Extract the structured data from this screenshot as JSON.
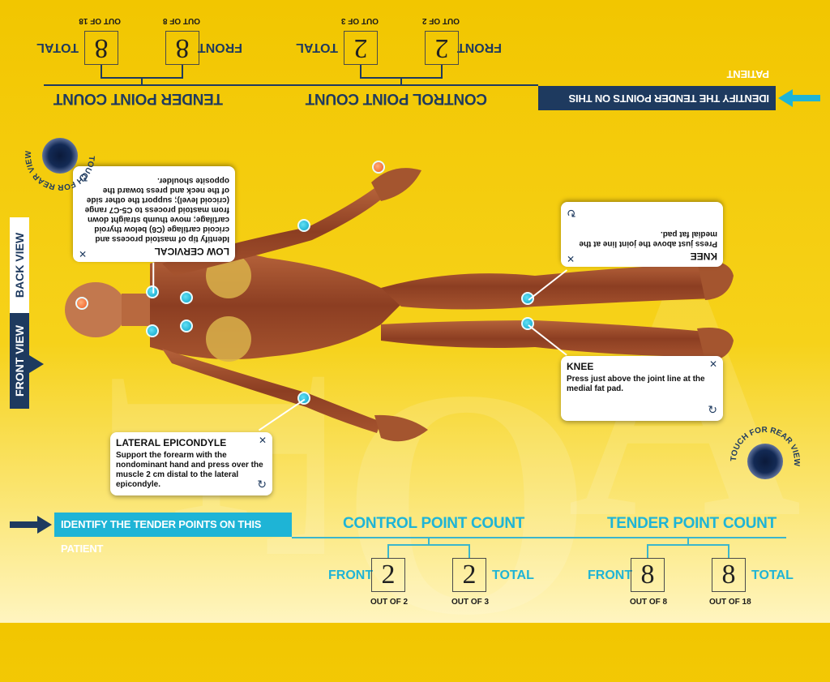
{
  "banner": {
    "identify_text": "IDENTIFY THE TENDER POINTS ON THIS PATIENT"
  },
  "control": {
    "title": "CONTROL POINT COUNT",
    "front_label": "FRONT",
    "front_value": "2",
    "front_out_of": "OUT OF 2",
    "total_label": "TOTAL",
    "total_value": "2",
    "total_out_of": "OUT OF 3"
  },
  "tender": {
    "title": "TENDER POINT COUNT",
    "front_label": "FRONT",
    "front_value": "8",
    "front_out_of": "OUT OF 8",
    "total_label": "TOTAL",
    "total_value": "8",
    "total_out_of": "OUT OF 18"
  },
  "tabs": {
    "front_view": "FRONT VIEW",
    "back_view": "BACK VIEW"
  },
  "rear_button": {
    "label": "TOUCH FOR REAR VIEW"
  },
  "cards": {
    "lateral_epicondyle": {
      "title": "LATERAL EPICONDYLE",
      "desc": "Support the forearm with the nondominant hand and press over the muscle 2 cm distal to the lateral epicondyle."
    },
    "knee": {
      "title": "KNEE",
      "desc": "Press just above the joint line at the medial fat pad."
    },
    "low_cervical": {
      "title": "LOW CERVICAL",
      "desc": "Identify tip of mastoid process and cricoid cartilage (C6) below thyroid cartilage; move thumb straight down from mastoid process to C5-C7 range (cricoid level); support the other side of the neck and press toward the opposite shoulder."
    }
  },
  "icons": {
    "close": "close-icon",
    "rotate": "rotate-icon",
    "arrow": "arrow-right-icon"
  },
  "colors": {
    "accent": "#1eb4d6",
    "navy": "#1e3a5f",
    "background": "#f2c600",
    "orange_point": "#ef5a1f"
  }
}
